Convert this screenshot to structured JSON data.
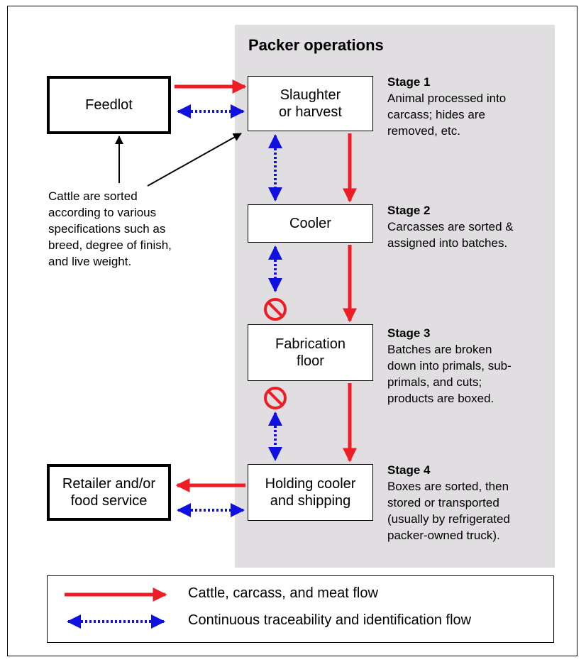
{
  "panel": {
    "title": "Packer operations"
  },
  "boxes": {
    "feedlot": "Feedlot",
    "slaughter": "Slaughter\nor harvest",
    "cooler": "Cooler",
    "fabrication": "Fabrication\nfloor",
    "holding": "Holding cooler\nand shipping",
    "retailer": "Retailer and/or\nfood service"
  },
  "stages": [
    {
      "title": "Stage 1",
      "desc": "Animal processed into\ncarcass; hides are\nremoved, etc."
    },
    {
      "title": "Stage 2",
      "desc": "Carcasses are sorted &\nassigned into batches."
    },
    {
      "title": "Stage 3",
      "desc": "Batches are broken\ndown into primals, sub-\nprimals, and cuts;\nproducts are boxed."
    },
    {
      "title": "Stage 4",
      "desc": "Boxes are sorted, then\nstored or transported\n(usually by refrigerated\npacker-owned truck)."
    }
  ],
  "note": "Cattle are sorted\naccording to various\nspecifications such as\nbreed, degree of finish,\nand live weight.",
  "legend": {
    "meat_flow": "Cattle, carcass, and meat flow",
    "trace_flow": "Continuous traceability and identification flow"
  },
  "colors": {
    "meat_flow": "#ee1c25",
    "trace_flow": "#1010e0",
    "panel": "#e0dee0",
    "prohibited": "#ee1c25"
  },
  "icons": {
    "prohibited": "no-entry-icon"
  }
}
